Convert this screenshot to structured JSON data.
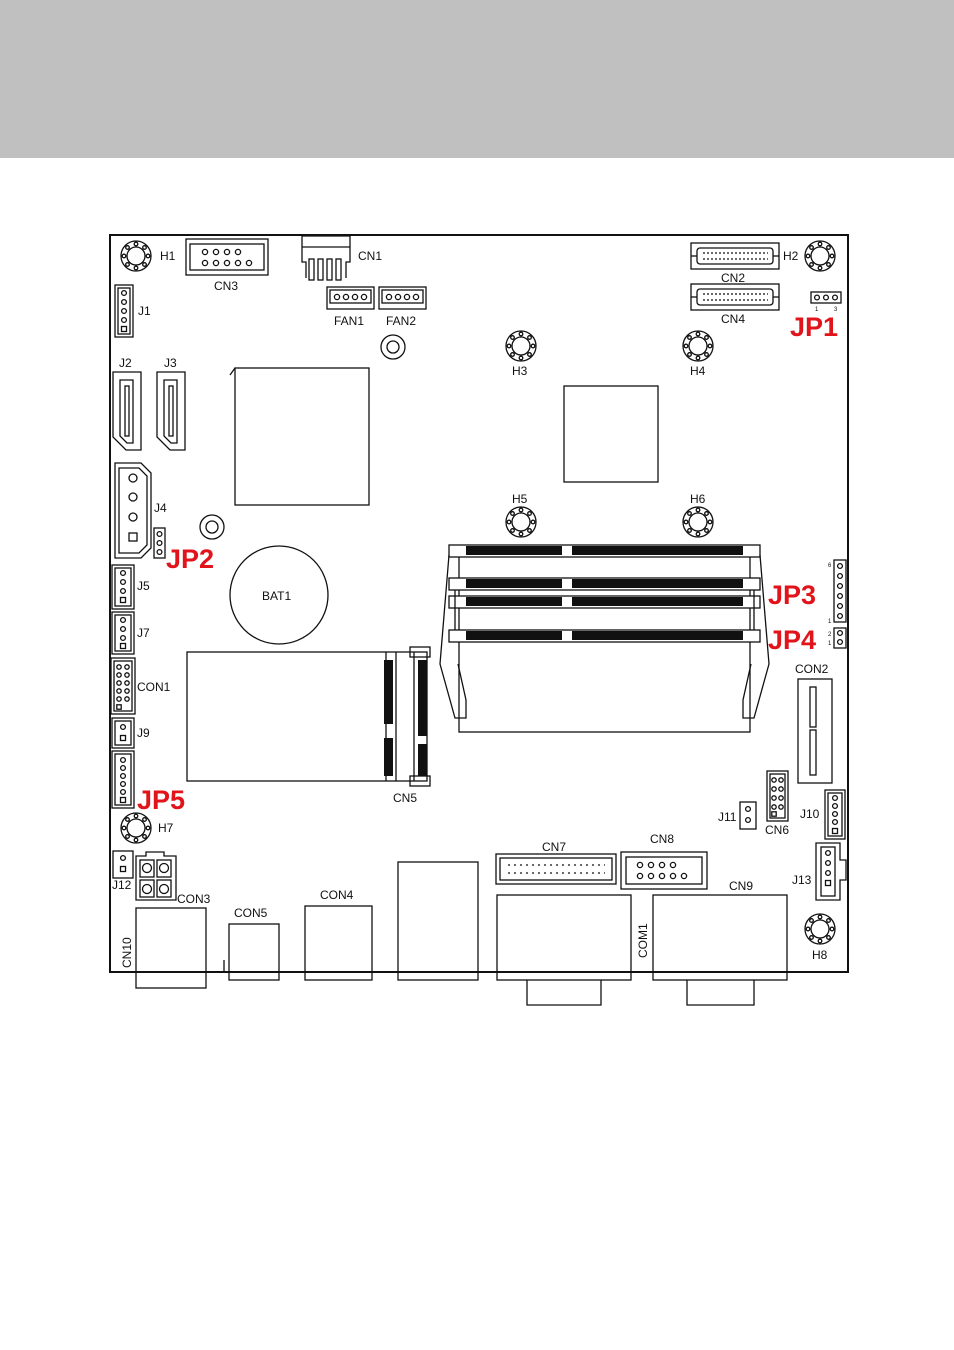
{
  "labels": {
    "H1": "H1",
    "H2": "H2",
    "H3": "H3",
    "H4": "H4",
    "H5": "H5",
    "H6": "H6",
    "H7": "H7",
    "H8": "H8",
    "CN1": "CN1",
    "CN2": "CN2",
    "CN3": "CN3",
    "CN4": "CN4",
    "CN5": "CN5",
    "CN6": "CN6",
    "CN7": "CN7",
    "CN8": "CN8",
    "CN9": "CN9",
    "CN10": "CN10",
    "FAN1": "FAN1",
    "FAN2": "FAN2",
    "J1": "J1",
    "J2": "J2",
    "J3": "J3",
    "J4": "J4",
    "J5": "J5",
    "J7": "J7",
    "J9": "J9",
    "J10": "J10",
    "J11": "J11",
    "J12": "J12",
    "J13": "J13",
    "BAT1": "BAT1",
    "CON1": "CON1",
    "CON2": "CON2",
    "CON3": "CON3",
    "CON4": "CON4",
    "CON5": "CON5",
    "COM1": "COM1"
  },
  "jumpers": {
    "JP1": "JP1",
    "JP2": "JP2",
    "JP3": "JP3",
    "JP4": "JP4",
    "JP5": "JP5"
  },
  "pin_marks": {
    "jp1_pin1": "1",
    "jp1_pin3": "3",
    "jp3_pin6": "6",
    "jp3_pin1": "1",
    "jp4_pin2": "2",
    "jp4_pin1": "1"
  },
  "colors": {
    "header_band": "#c0c0c0",
    "jumper_label": "#e0141a",
    "line": "#111111"
  }
}
